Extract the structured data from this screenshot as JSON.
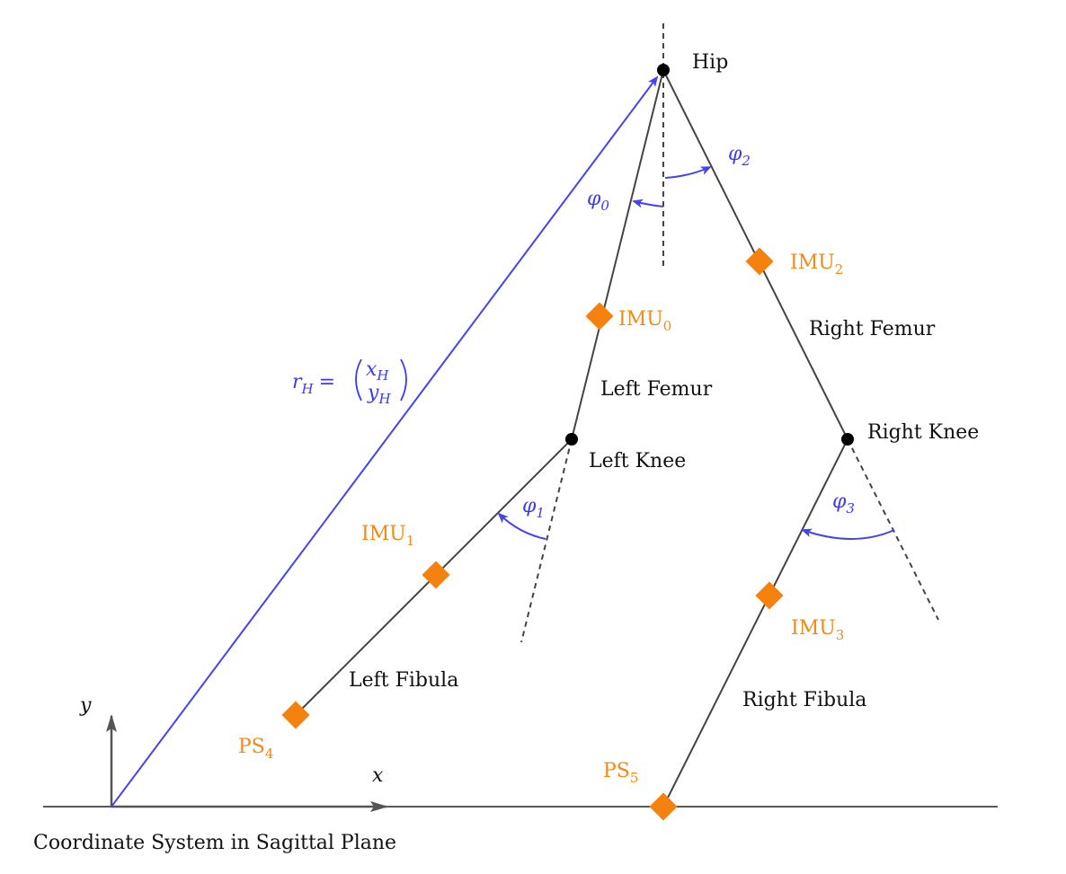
{
  "title": "Coordinate System in Sagittal Plane",
  "axes": {
    "x_label": "x",
    "y_label": "y"
  },
  "joints": {
    "hip": "Hip",
    "left_knee": "Left Knee",
    "right_knee": "Right Knee"
  },
  "segments": {
    "left_femur": "Left Femur",
    "right_femur": "Right Femur",
    "left_fibula": "Left Fibula",
    "right_fibula": "Right Fibula"
  },
  "sensors": {
    "imu0": {
      "base": "IMU",
      "sub": "0"
    },
    "imu1": {
      "base": "IMU",
      "sub": "1"
    },
    "imu2": {
      "base": "IMU",
      "sub": "2"
    },
    "imu3": {
      "base": "IMU",
      "sub": "3"
    },
    "ps4": {
      "base": "PS",
      "sub": "4"
    },
    "ps5": {
      "base": "PS",
      "sub": "5"
    }
  },
  "angles": {
    "phi0": {
      "sym": "φ",
      "sub": "0"
    },
    "phi1": {
      "sym": "φ",
      "sub": "1"
    },
    "phi2": {
      "sym": "φ",
      "sub": "2"
    },
    "phi3": {
      "sym": "φ",
      "sub": "3"
    }
  },
  "hip_vector": {
    "name": "r",
    "name_sub": "H",
    "eq": "=",
    "top": "x",
    "top_sub": "H",
    "bottom": "y",
    "bottom_sub": "H"
  },
  "colors": {
    "sensor": "#f5820f",
    "sensor_label": "#f28a1a",
    "angle": "#3a3aee",
    "segment": "#444444"
  }
}
